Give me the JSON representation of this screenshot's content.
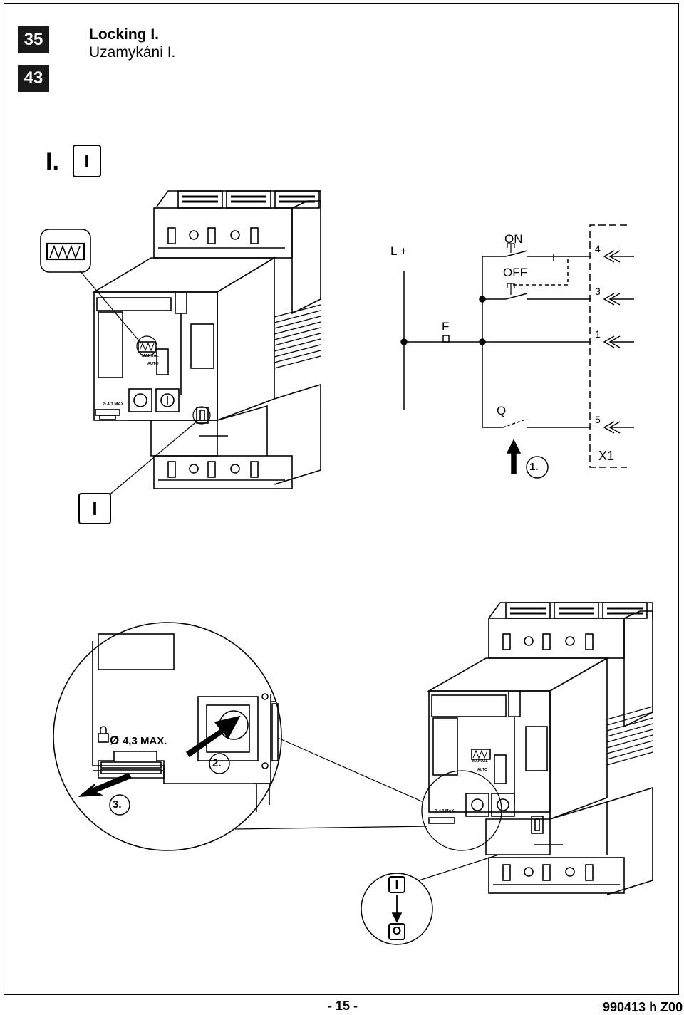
{
  "header": {
    "step_numbers": [
      "35",
      "43"
    ],
    "title_en": "Locking I.",
    "title_cz": "Uzamykáni I."
  },
  "section": {
    "label": "I.",
    "position_symbol": "I"
  },
  "device": {
    "mode_manual": "MANUAL",
    "mode_auto": "AUTO",
    "padlock_text": "Ø 4,3 MAX."
  },
  "schematic": {
    "supply": "L +",
    "on": "ON",
    "off": "OFF",
    "f": "F",
    "q": "Q",
    "terminals": [
      "4",
      "3",
      "1",
      "5"
    ],
    "connector": "X1",
    "step": "1."
  },
  "detail": {
    "padlock_text": "4,3 MAX.",
    "step2": "2.",
    "step3": "3."
  },
  "final_state": {
    "from_symbol": "I",
    "to_symbol": "O"
  },
  "footer": {
    "page": "- 15 -",
    "code": "990413 h  Z00"
  }
}
